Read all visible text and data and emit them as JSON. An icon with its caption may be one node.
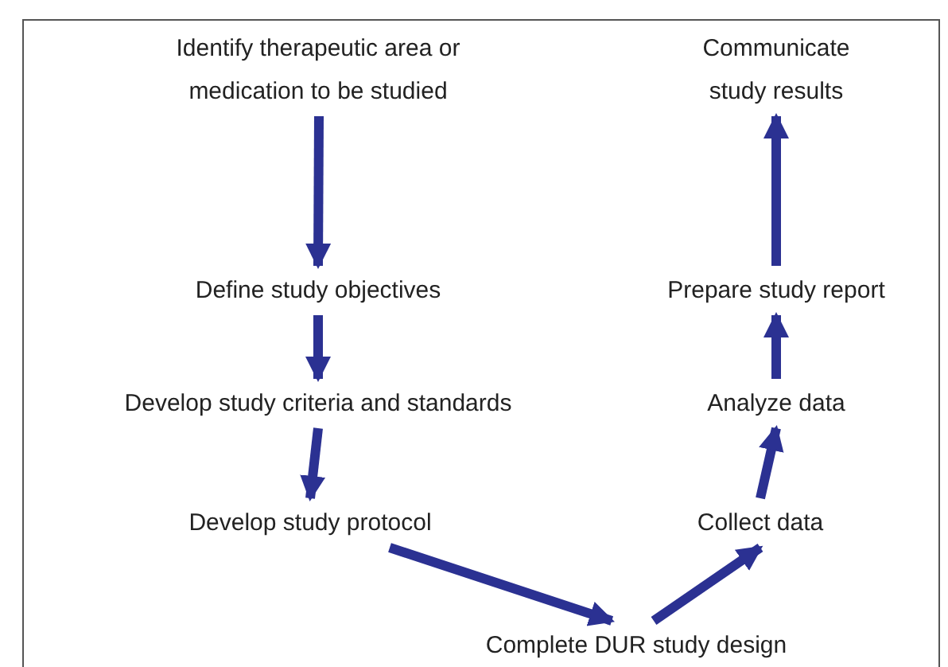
{
  "diagram": {
    "nodes": [
      {
        "text": [
          "Identify therapeutic area or medication to be studied"
        ]
      },
      {
        "text": [
          "Define study objectives"
        ]
      },
      {
        "text": [
          "Develop study criteria and standards"
        ]
      },
      {
        "text": [
          "Develop study protocol"
        ]
      },
      {
        "text": [
          "Complete DUR study design"
        ]
      },
      {
        "text": [
          "Collect data"
        ]
      },
      {
        "text": [
          "Analyze data"
        ]
      },
      {
        "text": [
          "Prepare study report"
        ]
      },
      {
        "text": [
          "Communicate study results"
        ]
      }
    ],
    "edges": [
      {
        "from": 0,
        "to": 1,
        "arrow": "to"
      },
      {
        "from": 1,
        "to": 2,
        "arrow": "to"
      },
      {
        "from": 2,
        "to": 3,
        "arrow": "to"
      },
      {
        "from": 3,
        "to": 4,
        "arrow": "to"
      },
      {
        "from": 4,
        "to": 5,
        "arrow": "to"
      },
      {
        "from": 5,
        "to": 6,
        "arrow": "to"
      },
      {
        "from": 6,
        "to": 7,
        "arrow": "to"
      },
      {
        "from": 7,
        "to": 8,
        "arrow": "to"
      }
    ]
  }
}
